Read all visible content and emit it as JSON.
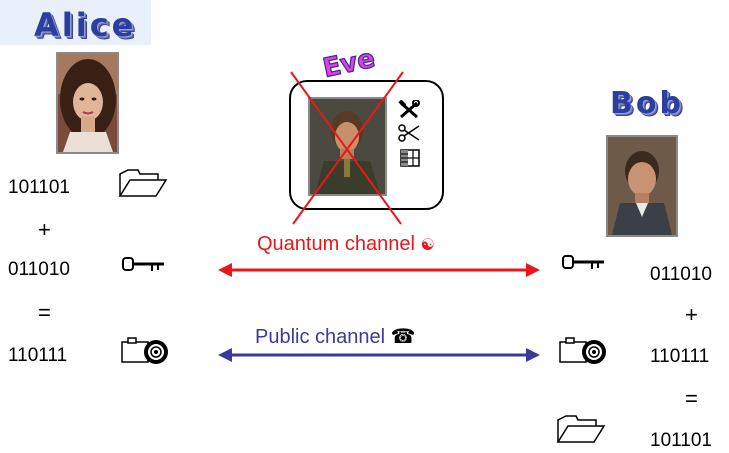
{
  "alice": {
    "name": "Alice",
    "message": "101101",
    "plus": "+",
    "key": "011010",
    "equals": "=",
    "cipher": "110111"
  },
  "bob": {
    "name": "Bob",
    "key": "011010",
    "plus": "+",
    "cipher": "110111",
    "equals": "=",
    "message": "101101"
  },
  "eve": {
    "name": "Eve",
    "tools": [
      "hammer-wrench-icon",
      "scissors-icon",
      "keyboard-icon"
    ]
  },
  "channels": {
    "quantum": {
      "label": "Quantum channel",
      "symbol": "☯",
      "color": "#e8171c"
    },
    "public": {
      "label": "Public channel",
      "symbol": "☎",
      "color": "#3a3a9a"
    }
  },
  "colors": {
    "title": "#2c3e9e",
    "eve_title": "#e040e0",
    "cross": "#e8171c"
  }
}
